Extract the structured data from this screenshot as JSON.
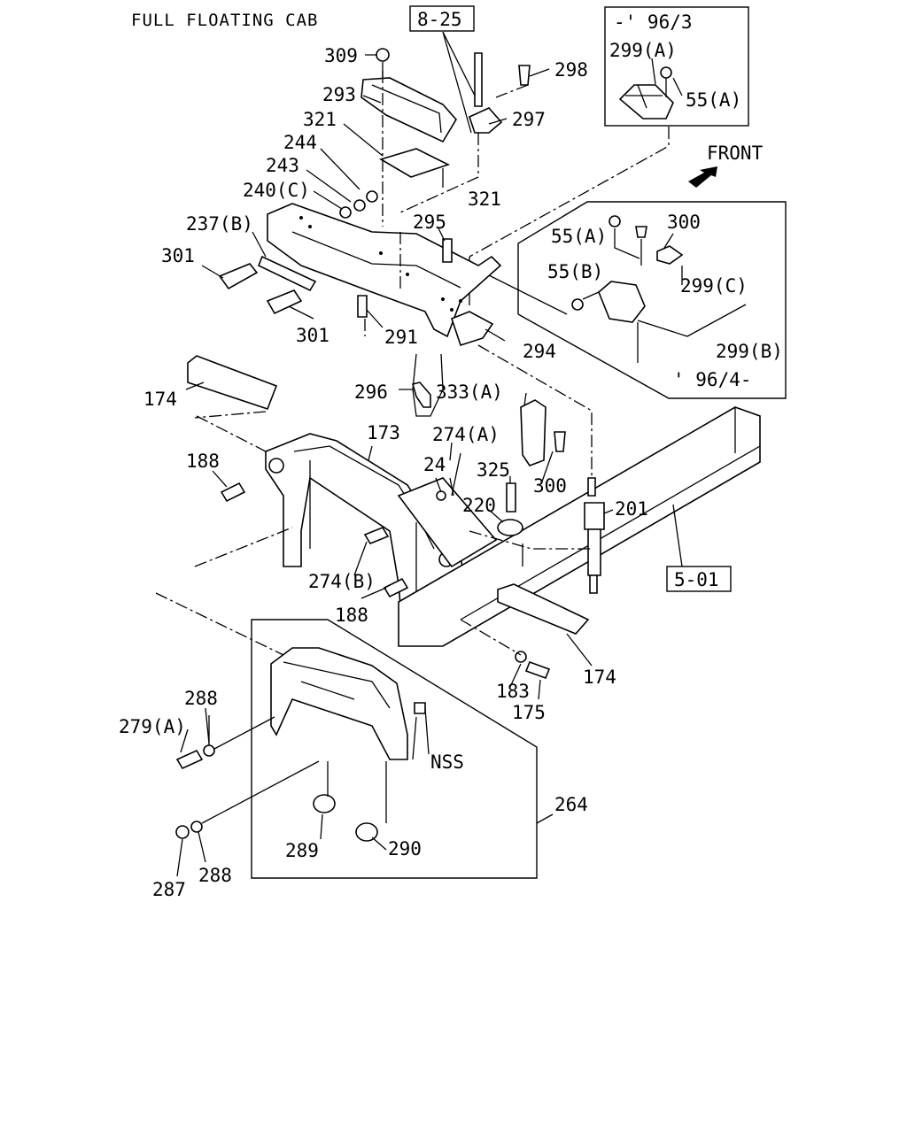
{
  "title": "FULL FLOATING CAB",
  "ref_boxes": {
    "ref_8_25": "8-25",
    "ref_5_01": "5-01"
  },
  "inset_top": {
    "range": "-' 96/3",
    "part_a": "299(A)",
    "nut": "55(A)"
  },
  "inset_right": {
    "range": "' 96/4-",
    "nut_a": "55(A)",
    "bolt": "300",
    "nut_b": "55(B)",
    "mount_c": "299(C)",
    "mount_b": "299(B)"
  },
  "front_label": "FRONT",
  "parts": {
    "p309": "309",
    "p298": "298",
    "p293": "293",
    "p297": "297",
    "p321a": "321",
    "p321b": "321",
    "p244": "244",
    "p243": "243",
    "p240c": "240(C)",
    "p237b": "237(B)",
    "p295": "295",
    "p301a": "301",
    "p301b": "301",
    "p291": "291",
    "p294": "294",
    "p174a": "174",
    "p296": "296",
    "p333a": "333(A)",
    "p173": "173",
    "p274a": "274(A)",
    "p188a": "188",
    "p24": "24",
    "p325": "325",
    "p300b": "300",
    "p220": "220",
    "p201": "201",
    "p274b": "274(B)",
    "p188b": "188",
    "p183": "183",
    "p175": "175",
    "p174b": "174",
    "p288a": "288",
    "p279a": "279(A)",
    "pNSS": "NSS",
    "p264": "264",
    "p289": "289",
    "p290": "290",
    "p287": "287",
    "p288b": "288"
  }
}
